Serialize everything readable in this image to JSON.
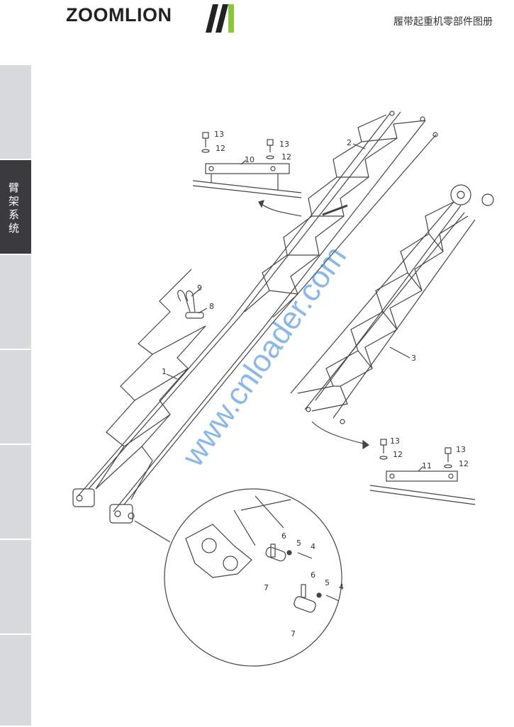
{
  "header": {
    "brand": "ZOOMLION",
    "title": "履带起重机零部件图册",
    "accent_color": "#8cc63f"
  },
  "sidebar": {
    "active_tab_label": "臂架系统",
    "tab_count": 7,
    "active_index": 1
  },
  "watermark": "www.cnloader.com",
  "callouts": {
    "c1": "1",
    "c2": "2",
    "c3": "3",
    "c4a": "4",
    "c4b": "4",
    "c5a": "5",
    "c5b": "5",
    "c6a": "6",
    "c6b": "6",
    "c7a": "7",
    "c7b": "7",
    "c8": "8",
    "c9": "9",
    "c10": "10",
    "c11": "11",
    "c12a": "12",
    "c12b": "12",
    "c12c": "12",
    "c12d": "12",
    "c13a": "13",
    "c13b": "13",
    "c13c": "13",
    "c13d": "13"
  }
}
